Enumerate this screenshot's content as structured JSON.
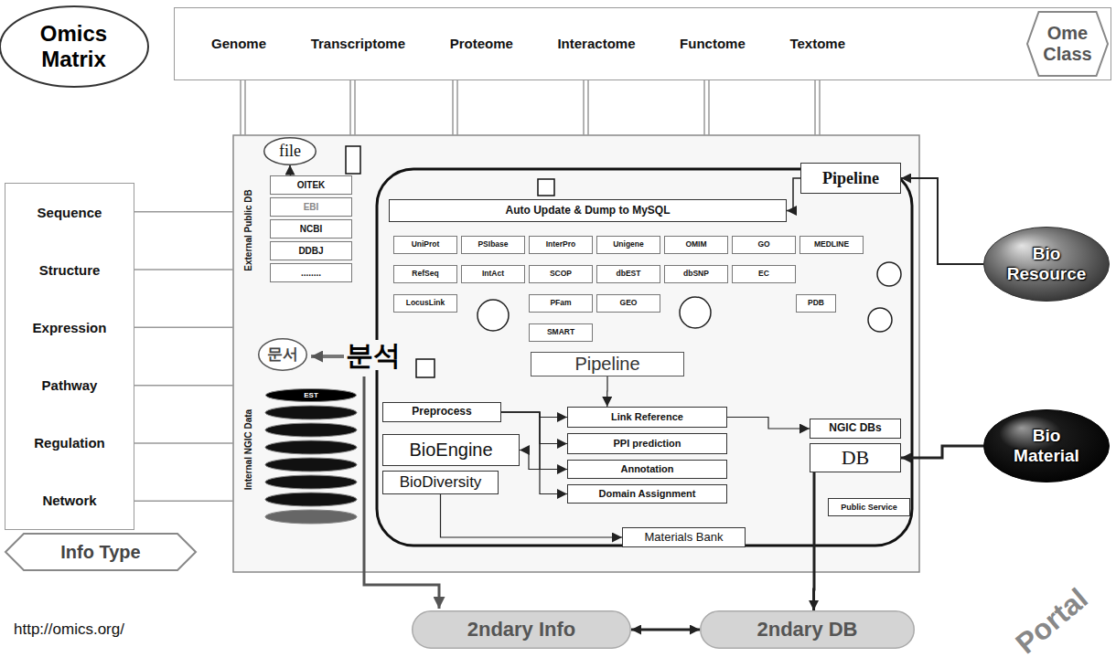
{
  "diagram": {
    "nodes": [
      {
        "text": [
          "Omics Matrix"
        ]
      },
      {
        "text": [
          "Genome",
          "Transcriptome",
          "Proteome",
          "Interactome",
          "Functome",
          "Textome"
        ]
      },
      {
        "text": [
          "Ome Class"
        ]
      },
      {
        "text": [
          "Sequence",
          "Structure",
          "Expression",
          "Pathway",
          "Regulation",
          "Network"
        ]
      },
      {
        "text": [
          "file"
        ]
      },
      {
        "text": [
          "Pipeline"
        ]
      },
      {
        "text": [
          "Auto Update & Dump to MySQL"
        ]
      },
      {
        "text": [
          "OITEK"
        ]
      },
      {
        "text": [
          "EBI"
        ]
      },
      {
        "text": [
          "NCBI"
        ]
      },
      {
        "text": [
          "DDBJ"
        ]
      },
      {
        "text": [
          "........"
        ]
      },
      {
        "text": [
          "UniProt"
        ]
      },
      {
        "text": [
          "PSIbase"
        ]
      },
      {
        "text": [
          "InterPro"
        ]
      },
      {
        "text": [
          "Unigene"
        ]
      },
      {
        "text": [
          "OMIM"
        ]
      },
      {
        "text": [
          "GO"
        ]
      },
      {
        "text": [
          "MEDLINE"
        ]
      },
      {
        "text": [
          "RefSeq"
        ]
      },
      {
        "text": [
          "IntAct"
        ]
      },
      {
        "text": [
          "SCOP"
        ]
      },
      {
        "text": [
          "dbEST"
        ]
      },
      {
        "text": [
          "dbSNP"
        ]
      },
      {
        "text": [
          "EC"
        ]
      },
      {
        "text": [
          "LocusLink"
        ]
      },
      {
        "text": [
          "PFam"
        ]
      },
      {
        "text": [
          "GEO"
        ]
      },
      {
        "text": [
          "PDB"
        ]
      },
      {
        "text": [
          "SMART"
        ]
      },
      {
        "text": [
          "Bio Resource"
        ]
      },
      {
        "text": [
          "문서"
        ]
      },
      {
        "text": [
          "Pipeline"
        ]
      },
      {
        "text": [
          "Preprocess"
        ]
      },
      {
        "text": [
          "Link Reference"
        ]
      },
      {
        "text": [
          "PPI prediction"
        ]
      },
      {
        "text": [
          "BioEngine"
        ]
      },
      {
        "text": [
          "Annotation"
        ]
      },
      {
        "text": [
          "NGIC DBs"
        ]
      },
      {
        "text": [
          "DB"
        ]
      },
      {
        "text": [
          "Bio Material"
        ]
      },
      {
        "text": [
          "BioDiversity"
        ]
      },
      {
        "text": [
          "Domain Assignment"
        ]
      },
      {
        "text": [
          "Public Service"
        ]
      },
      {
        "text": [
          "Materials Bank"
        ]
      },
      {
        "text": [
          "Info Type"
        ]
      },
      {
        "text": [
          "2ndary Info"
        ]
      },
      {
        "text": [
          "2ndary DB"
        ]
      },
      {
        "text": [
          "EST"
        ]
      }
    ],
    "edges": [
      {
        "from": 30,
        "to": 5,
        "arrow": "to"
      },
      {
        "from": 5,
        "to": 6,
        "arrow": "to"
      },
      {
        "from": 40,
        "to": 39,
        "arrow": "to"
      },
      {
        "from": 39,
        "to": 47,
        "arrow": "to"
      },
      {
        "from": 46,
        "to": 47,
        "arrow": "both"
      },
      {
        "from": 7,
        "to": 4,
        "arrow": "to"
      },
      {
        "from": 33,
        "to": 34,
        "arrow": "to"
      },
      {
        "from": 33,
        "to": 35,
        "arrow": "to"
      },
      {
        "from": 33,
        "to": 37,
        "arrow": "to"
      },
      {
        "from": 33,
        "to": 42,
        "arrow": "to"
      },
      {
        "from": 41,
        "to": 44,
        "arrow": "to"
      },
      {
        "from": 32,
        "to": 34,
        "arrow": "to"
      },
      {
        "from": 37,
        "to": 36,
        "arrow": "to"
      },
      {
        "from": 34,
        "to": 38,
        "arrow": "to"
      }
    ],
    "labels": [
      "External Public DB",
      "Internal NGIC Data",
      "분석",
      "http://omics.org/",
      "Portal"
    ]
  }
}
